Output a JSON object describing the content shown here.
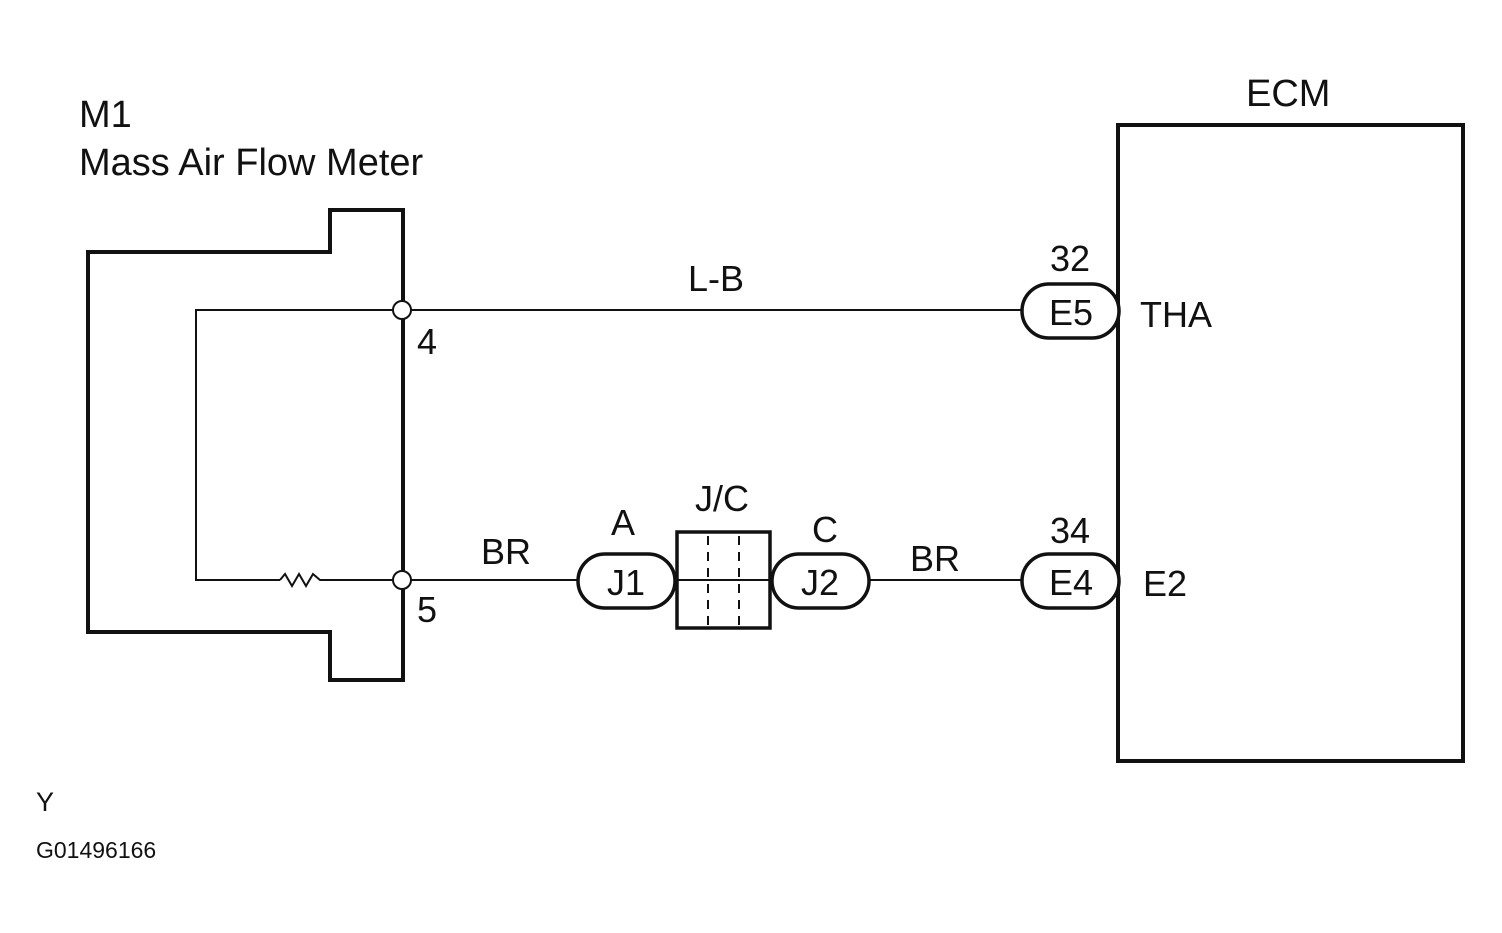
{
  "components": {
    "mass_air_flow_meter": {
      "id": "M1",
      "name": "Mass Air Flow Meter"
    },
    "ecm": {
      "name": "ECM"
    },
    "junction_connector": {
      "name": "J/C"
    }
  },
  "terminals": {
    "pin4": "4",
    "pin5": "5",
    "ecm_pin32": "32",
    "ecm_pin34": "34",
    "ecm_tha": "THA",
    "ecm_e2": "E2"
  },
  "connectors": {
    "e5": "E5",
    "e4": "E4",
    "j1": "J1",
    "j2": "J2",
    "j1_pin": "A",
    "j2_pin": "C"
  },
  "wires": {
    "signal": "L-B",
    "ground_left": "BR",
    "ground_right": "BR"
  },
  "footer": {
    "color_code": "Y",
    "figure_id": "G01496166"
  }
}
